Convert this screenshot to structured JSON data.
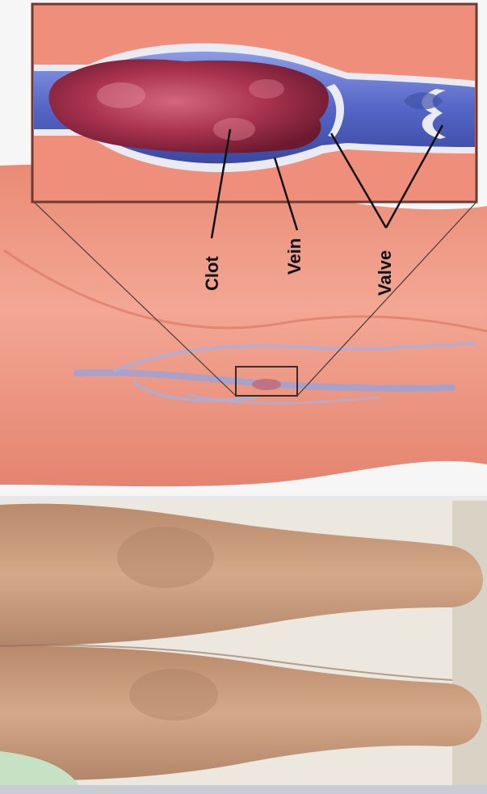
{
  "labels": {
    "clot": "Clot",
    "vein": "Vein",
    "valve": "Valve"
  },
  "colors": {
    "skin_illustration": "#ef9a86",
    "inset_background": "#ef8f7b",
    "inset_border": "#6e3a32",
    "vein_blue": "#5e6fd0",
    "clot_red": "#a8324e",
    "vessel_wall": "#e9e9f2",
    "photo_skin": "#c79a7b",
    "photo_background": "#ece8df"
  },
  "icons": {
    "top_panel": "dvt-illustration",
    "bottom_panel": "legs-photo"
  }
}
